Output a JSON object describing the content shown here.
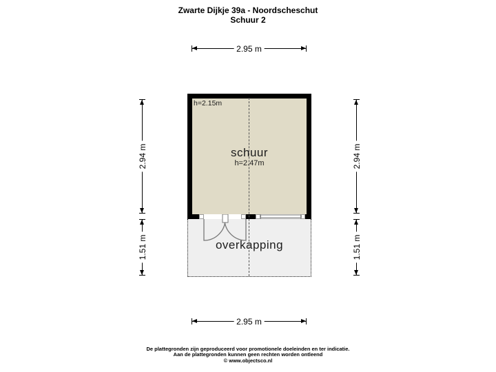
{
  "title": {
    "line1": "Zwarte Dijkje 39a - Noordscheschut",
    "line2": "Schuur 2"
  },
  "rooms": {
    "schuur": {
      "label": "schuur",
      "ceiling_height": "h=2.47m",
      "corner_height": "h=2.15m"
    },
    "overkapping": {
      "label": "overkapping"
    }
  },
  "dimensions": {
    "top_width": "2.95 m",
    "bottom_width": "2.95 m",
    "left_upper": "2.94 m",
    "left_lower": "1.51 m",
    "right_upper": "2.94 m",
    "right_lower": "1.51 m"
  },
  "footer": {
    "line1": "De plattegronden zijn geproduceerd voor promotionele doeleinden en ter indicatie.",
    "line2": "Aan de plattegronden kunnen geen rechten worden ontleend",
    "line3": "© www.objectsco.nl"
  },
  "colors": {
    "wall": "#000000",
    "room_fill": "#e0dbc7",
    "overkapping_fill": "#efefef",
    "line": "#000000"
  }
}
